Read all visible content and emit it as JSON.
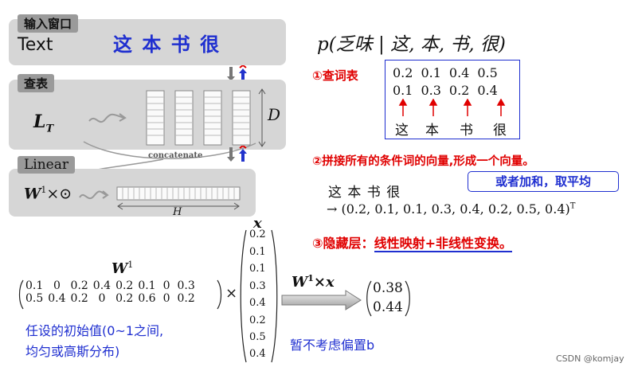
{
  "left_panel": {
    "input_tag": "输入窗口",
    "text_label": "Text",
    "input_words": "这 本 书 很",
    "lookup_tag": "查表",
    "lt_label": "L_T",
    "lt_main": "L",
    "lt_sub": "T",
    "concat_label": "concatenate",
    "d_label": "D",
    "linear_tag": "Linear",
    "w_expr_main": "W",
    "w_expr_sup": "1",
    "w_expr_rest": "×⊙",
    "h_label": "H"
  },
  "right_top": {
    "prob_expr": "p(乏味 | 这, 本, 书, 很)",
    "step1": "①查词表",
    "table_rows": [
      [
        "0.2",
        "0.1",
        "0.4",
        "0.5"
      ],
      [
        "0.1",
        "0.3",
        "0.2",
        "0.4"
      ]
    ],
    "table_words": [
      "这",
      "本",
      "书",
      "很"
    ],
    "step2": "②拼接所有的条件词的向量,形成一个向量。",
    "alt_box": "或者加和，取平均",
    "concat_words": "这 本 书 很",
    "concat_vector": "→ (0.2, 0.1, 0.1, 0.3, 0.4, 0.2, 0.5, 0.4)",
    "concat_sup": "T",
    "step3_prefix": "③隐藏层：",
    "step3_rest": "线性映射+非线性变换。"
  },
  "bottom": {
    "w1_main": "W",
    "w1_sup": "1",
    "matrix_rows": [
      [
        "0.1",
        "0",
        "0.2",
        "0.4",
        "0.2",
        "0.1",
        "0",
        "0.3"
      ],
      [
        "0.5",
        "0.4",
        "0.2",
        "0",
        "0.2",
        "0.6",
        "0",
        "0.2"
      ]
    ],
    "times": "×",
    "x_label": "x",
    "x_vector": [
      "0.2",
      "0.1",
      "0.1",
      "0.3",
      "0.4",
      "0.2",
      "0.5",
      "0.4"
    ],
    "arrow_label_main": "W",
    "arrow_label_sup": "1",
    "arrow_label_rest": "×x",
    "result": [
      "0.38",
      "0.44"
    ],
    "note_init_line1": "任设的初始值(0~1之间,",
    "note_init_line2": "均匀或高斯分布)",
    "note_bias": "暂不考虑偏置b",
    "watermark": "CSDN @komjay"
  },
  "colors": {
    "red": "#e00000",
    "blue": "#1f2fd0",
    "panel": "#d6d6d6",
    "tag": "#9a9a9a"
  }
}
